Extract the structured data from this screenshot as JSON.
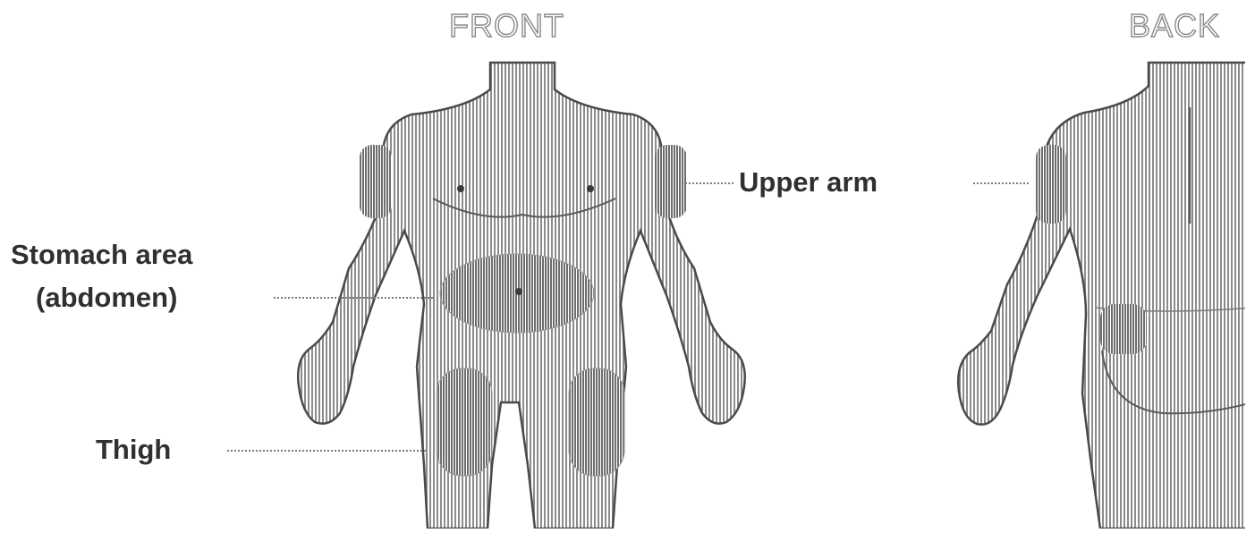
{
  "views": {
    "front": "FRONT",
    "back": "BACK"
  },
  "labels": {
    "upper_arm": "Upper arm",
    "stomach_line1": "Stomach area",
    "stomach_line2": "(abdomen)",
    "thigh": "Thigh"
  },
  "colors": {
    "stripe": "#8c8c8c",
    "outline": "#4a4a4a",
    "label_text": "#303030"
  }
}
